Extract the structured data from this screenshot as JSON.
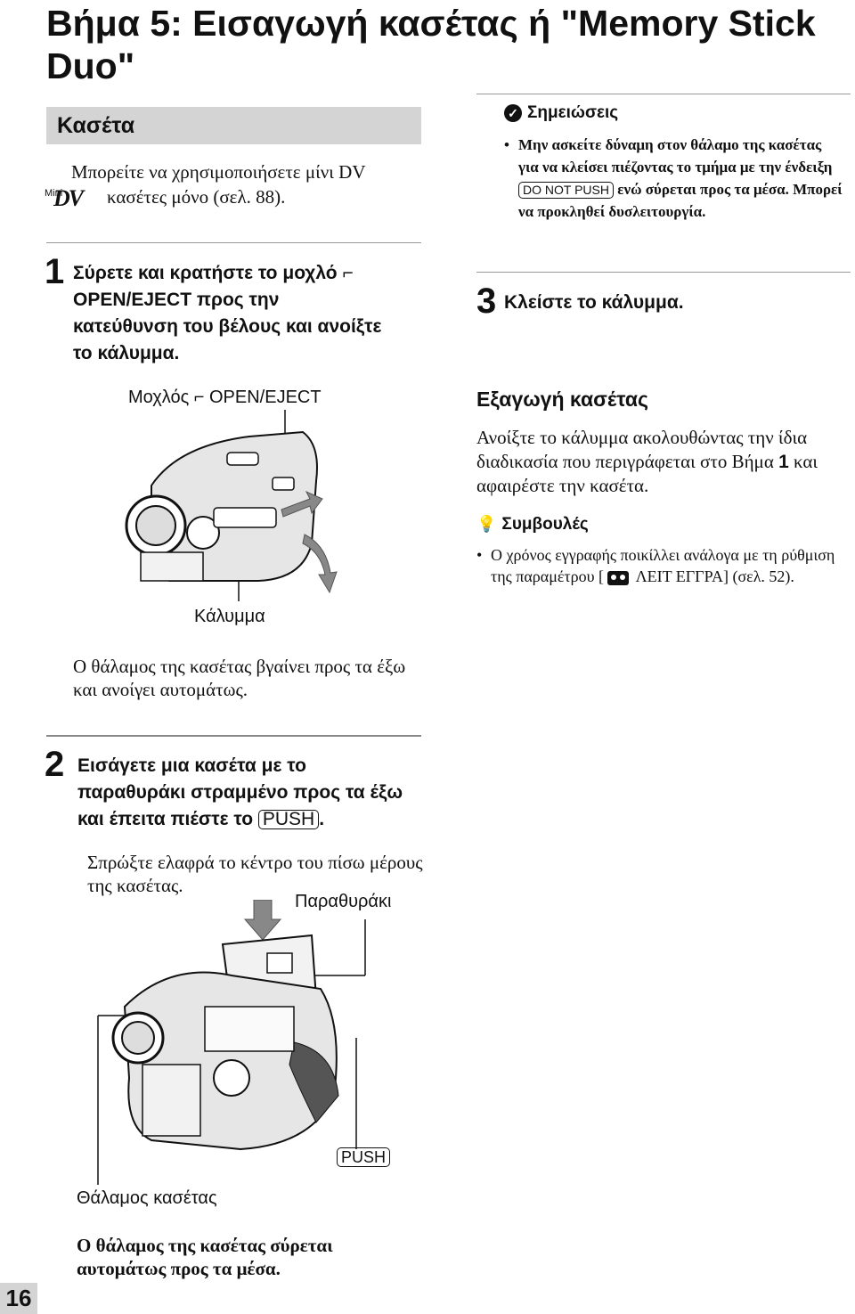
{
  "page": {
    "title": "Βήμα 5: Εισαγωγή κασέτας ή \"Memory Stick Duo\"",
    "page_number": "16"
  },
  "left": {
    "section_heading": "Κασέτα",
    "intro_line1": "Μπορείτε να χρησιμοποιήσετε μίνι DV",
    "intro_logo_small": "Mini",
    "intro_logo_big": "DV",
    "intro_line2": "κασέτες μόνο (σελ. 88).",
    "step1_number": "1",
    "step1_text": "Σύρετε και κρατήστε το μοχλό ⌐ OPEN/EJECT προς την κατεύθυνση του βέλους και ανοίξτε το κάλυμμα.",
    "fig1_label_lever": "Μοχλός ⌐ OPEN/EJECT",
    "fig1_label_cover": "Κάλυμμα",
    "fig1_caption": "Ο θάλαμος της κασέτας βγαίνει προς τα έξω και ανοίγει αυτομάτως.",
    "step2_number": "2",
    "step2_text": "Εισάγετε μια κασέτα με το παραθυράκι στραμμένο προς τα έξω και έπειτα πιέστε το",
    "step2_key": "PUSH",
    "step2_text_end": ".",
    "step2_sub": "Σπρώξτε ελαφρά το κέντρο του πίσω μέρους της κασέτας.",
    "fig2_label_window": "Παραθυράκι",
    "fig2_label_push": "PUSH",
    "fig2_label_compartment": "Θάλαμος κασέτας",
    "fig2_caption": "Ο θάλαμος της κασέτας σύρεται αυτομάτως προς τα μέσα."
  },
  "right": {
    "notes_heading": "Σημειώσεις",
    "notes_text_a": "Μην ασκείτε δύναμη στον θάλαμο της κασέτας για να κλείσει πιέζοντας το τμήμα με την ένδειξη",
    "notes_key": "DO NOT PUSH",
    "notes_text_b": "ενώ σύρεται προς τα μέσα. Μπορεί να προκληθεί δυσλειτουργία.",
    "step3_number": "3",
    "step3_text": "Κλείστε το κάλυμμα.",
    "eject_heading": "Εξαγωγή κασέτας",
    "eject_text_a": "Ανοίξτε το κάλυμμα ακολουθώντας την ίδια διαδικασία που περιγράφεται στο Βήμα",
    "eject_step_ref": "1",
    "eject_text_b": "και αφαιρέστε την κασέτα.",
    "tips_heading": "Συμβουλές",
    "tips_text_a": "Ο χρόνος εγγραφής ποικίλλει ανάλογα με τη ρύθμιση της παραμέτρου [",
    "tips_text_b": "ΛΕΙΤ ΕΓΓΡΑ] (σελ. 52)."
  }
}
